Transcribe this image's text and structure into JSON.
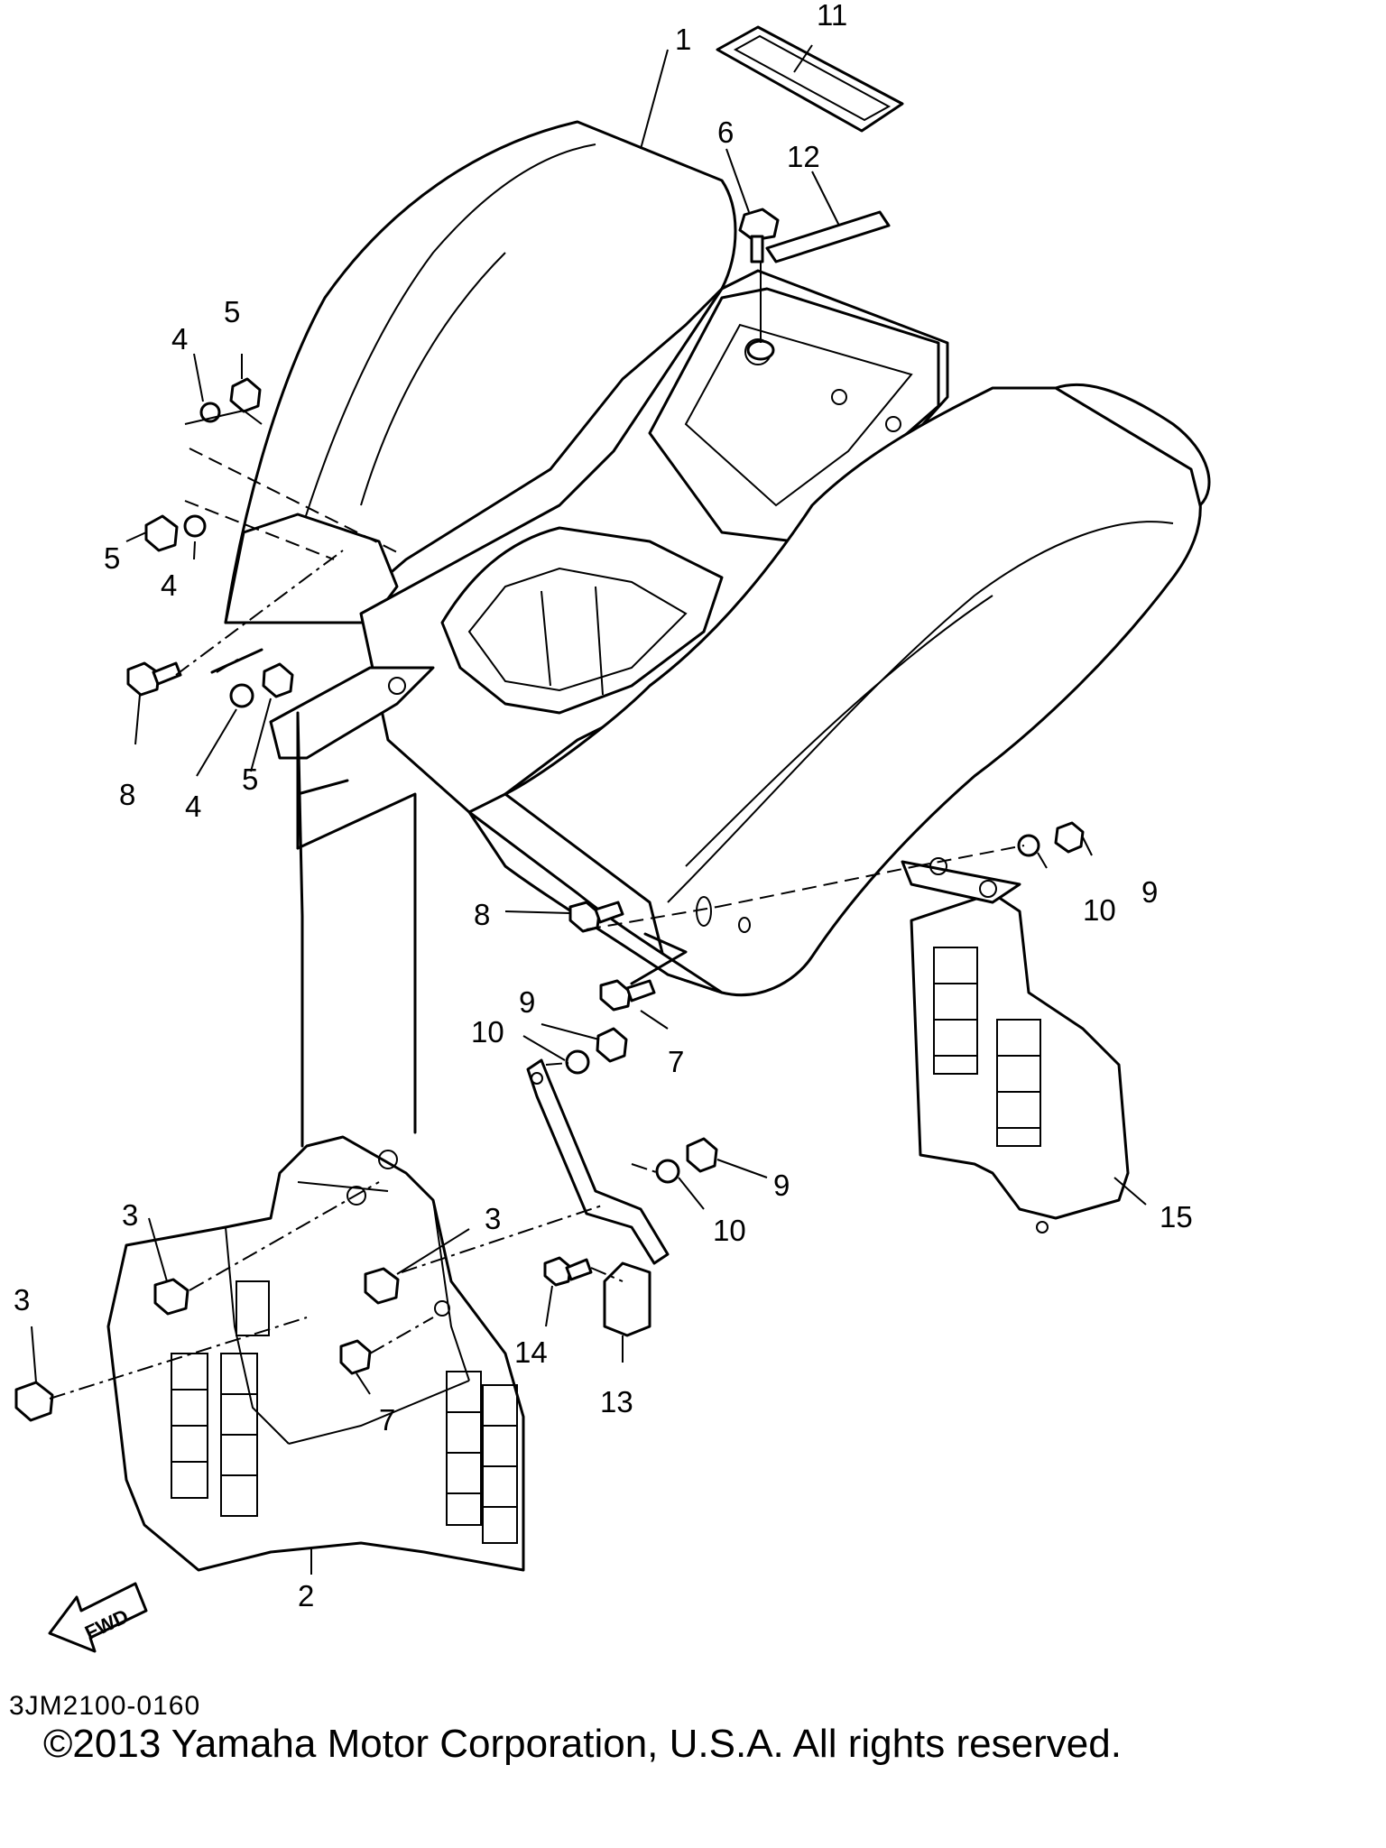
{
  "diagram": {
    "callouts": [
      "1",
      "2",
      "3",
      "3",
      "3",
      "4",
      "4",
      "4",
      "5",
      "5",
      "5",
      "6",
      "7",
      "7",
      "8",
      "8",
      "9",
      "9",
      "9",
      "10",
      "10",
      "10",
      "11",
      "12",
      "13",
      "14",
      "15"
    ],
    "fwd_label": "FWD",
    "drawing_code": "3JM2100-0160",
    "copyright": "©2013 Yamaha Motor Corporation, U.S.A. All rights reserved."
  }
}
